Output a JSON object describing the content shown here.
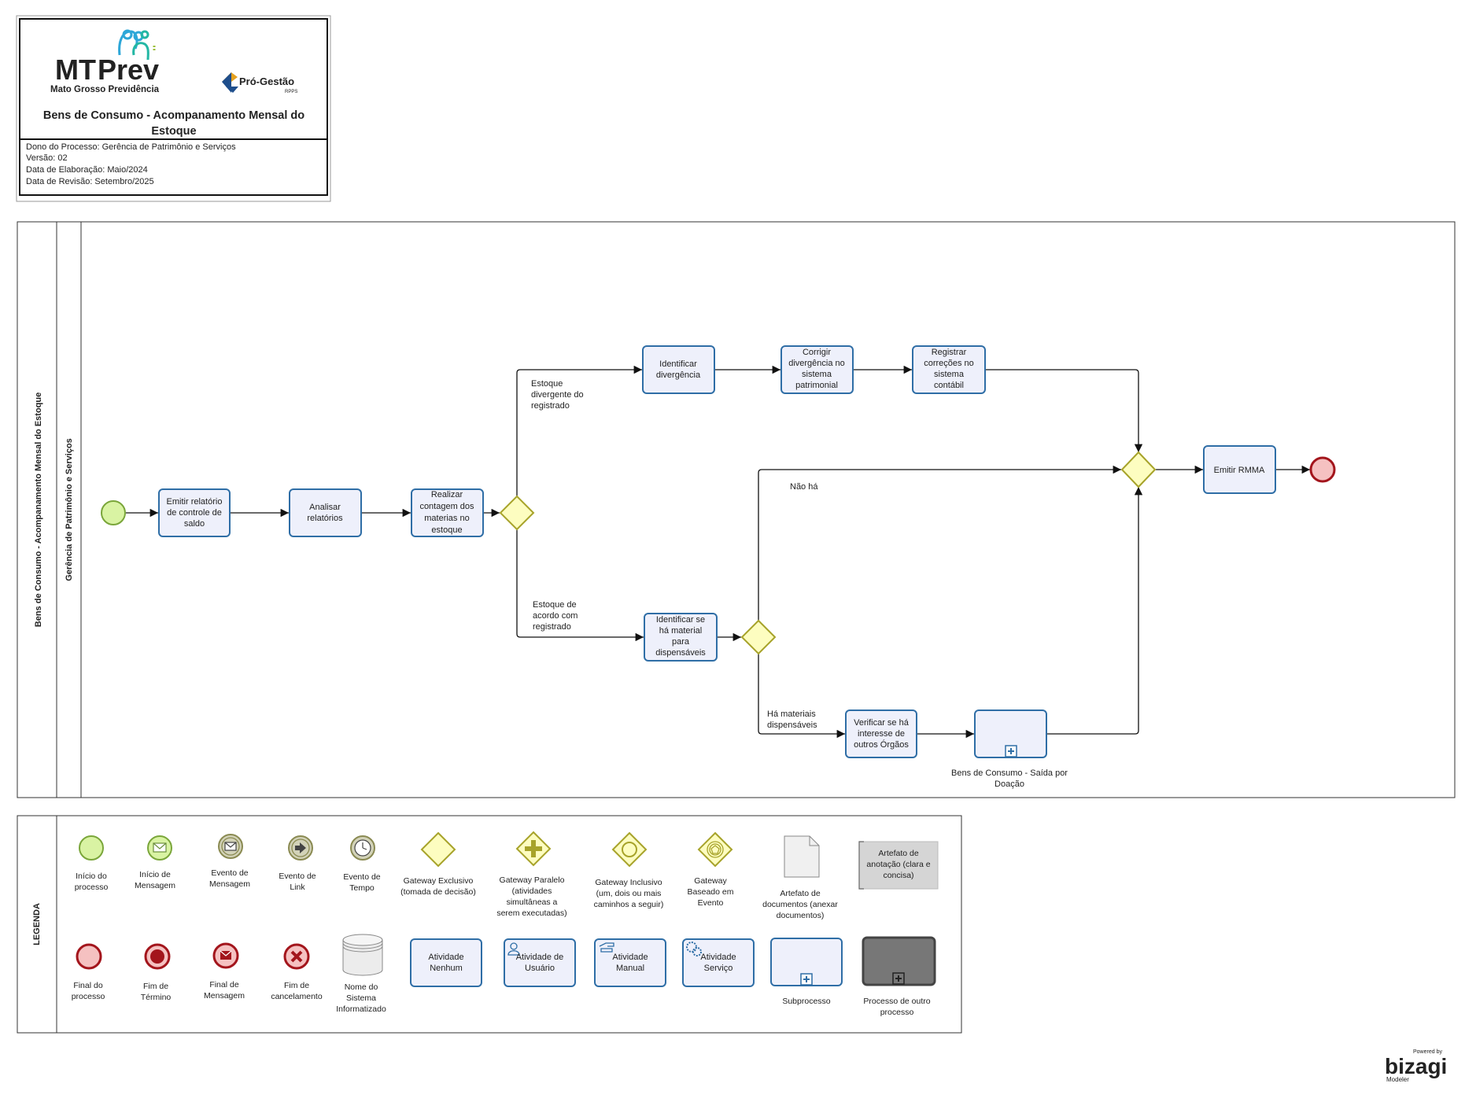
{
  "header": {
    "logo_text_mt": "MT",
    "logo_text_prev": "Prev",
    "logo_subtitle": "Mato Grosso Previdência",
    "partner_logo": "Pró-Gestão",
    "partner_sub": "RPPS",
    "title_line1": "Bens de Consumo - Acompanamento Mensal do",
    "title_line2": "Estoque",
    "info": [
      "Dono do Processo: Gerência de Patrimônio  e Serviços",
      "Versão: 02",
      "Data de Elaboração: Maio/2024",
      "Data de Revisão: Setembro/2025"
    ]
  },
  "pool": {
    "name": "Bens de Consumo - Acompanamento Mensal do Estoque",
    "lane": "Gerência de Patrimônio e Serviços"
  },
  "tasks": {
    "emitir_relatorio": [
      "Emitir relatório",
      "de controle de",
      "saldo"
    ],
    "analisar": [
      "Analisar",
      "relatórios"
    ],
    "realizar_contagem": [
      "Realizar",
      "contagem dos",
      "materias no",
      "estoque"
    ],
    "identificar_divergencia": [
      "Identificar",
      "divergência"
    ],
    "corrigir": [
      "Corrigir",
      "divergência no",
      "sistema",
      "patrimonial"
    ],
    "registrar": [
      "Registrar",
      "correções no",
      "sistema",
      "contábil"
    ],
    "identificar_material": [
      "Identificar se",
      "há material",
      "para",
      "dispensáveis"
    ],
    "verificar": [
      "Verificar se há",
      "interesse de",
      "outros Órgãos"
    ],
    "emitir_rmma": [
      "Emitir RMMA"
    ],
    "subprocess_label": [
      "Bens de Consumo - Saída por",
      "Doação"
    ]
  },
  "flow_labels": {
    "divergente": [
      "Estoque",
      "divergente do",
      "registrado"
    ],
    "de_acordo": [
      "Estoque de",
      "acordo com",
      "registrado"
    ],
    "nao_ha": [
      "Não há"
    ],
    "ha_materiais": [
      "Há materiais",
      "dispensáveis"
    ]
  },
  "legend": {
    "title": "LEGENDA",
    "row1": [
      {
        "icon": "start-event-icon",
        "label": [
          "Início do",
          "processo"
        ]
      },
      {
        "icon": "message-start-icon",
        "label": [
          "Início de",
          "Mensagem"
        ]
      },
      {
        "icon": "message-event-icon",
        "label": [
          "Evento de",
          "Mensagem"
        ]
      },
      {
        "icon": "link-event-icon",
        "label": [
          "Evento de",
          "Link"
        ]
      },
      {
        "icon": "timer-event-icon",
        "label": [
          "Evento de",
          "Tempo"
        ]
      },
      {
        "icon": "exclusive-gateway-icon",
        "label": [
          "Gateway  Exclusivo",
          "(tomada de decisão)"
        ]
      },
      {
        "icon": "parallel-gateway-icon",
        "label": [
          "Gateway  Paralelo",
          "(atividades",
          "simultâneas a",
          "serem executadas)"
        ]
      },
      {
        "icon": "inclusive-gateway-icon",
        "label": [
          "Gateway  Inclusivo",
          "(um, dois ou mais",
          "caminhos a seguir)"
        ]
      },
      {
        "icon": "event-gateway-icon",
        "label": [
          "Gateway",
          "Baseado em",
          "Evento"
        ]
      },
      {
        "icon": "document-icon",
        "label": [
          "Artefato de",
          "documentos (anexar",
          "documentos)"
        ]
      },
      {
        "icon": "annotation-icon",
        "label": [
          "Artefato de",
          "anotação (clara e",
          "concisa)"
        ]
      }
    ],
    "row2": [
      {
        "icon": "end-event-icon",
        "label": [
          "Final do",
          "processo"
        ]
      },
      {
        "icon": "terminate-end-icon",
        "label": [
          "Fim de",
          "Término"
        ]
      },
      {
        "icon": "message-end-icon",
        "label": [
          "Final de",
          "Mensagem"
        ]
      },
      {
        "icon": "cancel-end-icon",
        "label": [
          "Fim de",
          "cancelamento"
        ]
      },
      {
        "icon": "database-icon",
        "label": [
          "Nome do",
          "Sistema",
          "Informatizado"
        ]
      },
      {
        "icon": "task-none-icon",
        "label": [
          "Atividade",
          "Nenhum"
        ]
      },
      {
        "icon": "user-task-icon",
        "label": [
          "Atividade de",
          "Usuário"
        ]
      },
      {
        "icon": "manual-task-icon",
        "label": [
          "Atividade",
          "Manual"
        ]
      },
      {
        "icon": "service-task-icon",
        "label": [
          "Atividade",
          "Serviço"
        ]
      },
      {
        "icon": "subprocess-icon",
        "label": [
          "Subprocesso"
        ]
      },
      {
        "icon": "call-activity-icon",
        "label": [
          "Processo de outro",
          "processo"
        ]
      }
    ]
  },
  "footer": {
    "powered": "Powered by",
    "brand": "bizagi",
    "product": "Modeler"
  }
}
